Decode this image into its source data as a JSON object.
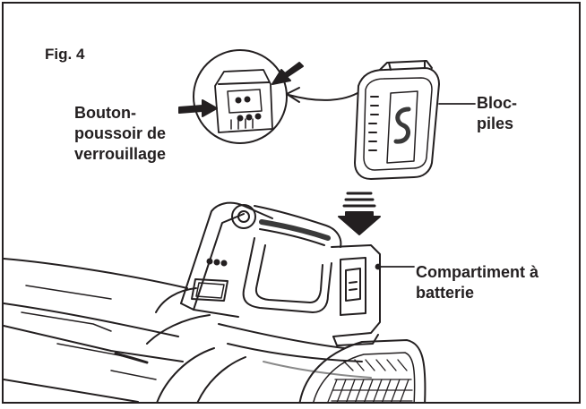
{
  "figure": {
    "label": "Fig. 4"
  },
  "callouts": {
    "lock_button": {
      "lines": [
        "Bouton-",
        "poussoir de",
        "verrouillage"
      ]
    },
    "battery_pack": {
      "lines": [
        "Bloc-",
        "piles"
      ]
    },
    "battery_compartment": {
      "lines": [
        "Compartiment à",
        "batterie"
      ]
    }
  },
  "colors": {
    "ink": "#231f20",
    "paper": "#ffffff",
    "shade": "#8a8a8a",
    "dark": "#3a3a3a"
  }
}
